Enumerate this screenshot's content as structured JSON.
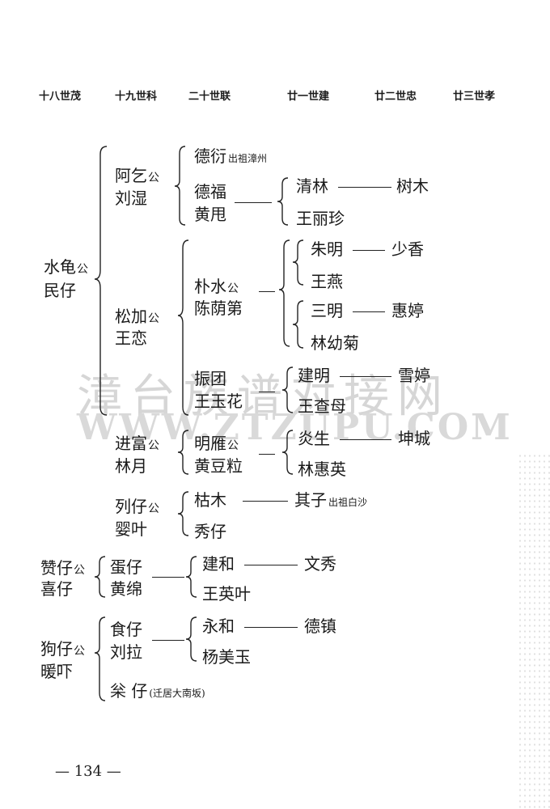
{
  "generations": [
    "十八世茂",
    "十九世科",
    "二十世联",
    "廿一世建",
    "廿二世忠",
    "廿三世孝"
  ],
  "gong": "公",
  "p1": {
    "name": "水龟",
    "spouse": "民仔"
  },
  "p2": {
    "name": "阿乞",
    "spouse": "刘湿"
  },
  "p3": {
    "name": "德衍",
    "note": "出祖漳州"
  },
  "p4": {
    "name": "德福",
    "spouse": "黄甩"
  },
  "p5": {
    "name": "清林",
    "child": "树木"
  },
  "p6": {
    "name": "王丽珍"
  },
  "p7": {
    "name": "松加",
    "spouse": "王恋"
  },
  "p8": {
    "name": "朴水",
    "spouse": "陈荫第"
  },
  "p9": {
    "name": "朱明",
    "child": "少香"
  },
  "p10": {
    "name": "王燕"
  },
  "p11": {
    "name": "三明",
    "child": "惠婷"
  },
  "p12": {
    "name": "林幼菊"
  },
  "p13": {
    "name": "振团",
    "spouse": "王玉花"
  },
  "p14": {
    "name": "建明",
    "child": "雪婷"
  },
  "p15": {
    "name": "王查母"
  },
  "p16": {
    "name": "进富",
    "spouse": "林月"
  },
  "p17": {
    "name": "明雁",
    "spouse": "黄豆粒"
  },
  "p18": {
    "name": "炎生",
    "child": "坤城"
  },
  "p19": {
    "name": "林惠英"
  },
  "p20": {
    "name": "列仔",
    "spouse": "婴叶"
  },
  "p21": {
    "name": "枯木",
    "child": "其子",
    "note": "出祖白沙"
  },
  "p22": {
    "name": "秀仔"
  },
  "p23": {
    "name": "赞仔",
    "spouse": "喜仔"
  },
  "p24": {
    "name": "蛋仔",
    "spouse": "黄绵"
  },
  "p25": {
    "name": "建和",
    "child": "文秀"
  },
  "p26": {
    "name": "王英叶"
  },
  "p27": {
    "name": "狗仔",
    "spouse": "暖吓"
  },
  "p28": {
    "name": "食仔",
    "spouse": "刘拉"
  },
  "p29": {
    "name": "永和",
    "child": "德镇"
  },
  "p30": {
    "name": "杨美玉"
  },
  "p31": {
    "name": "枀 仔",
    "note": "(迁居大南坂)"
  },
  "watermark": {
    "cn": "漳台族谱对接网",
    "url": "WWW.ZTZUPU.COM"
  },
  "page_number": "— 134 —"
}
